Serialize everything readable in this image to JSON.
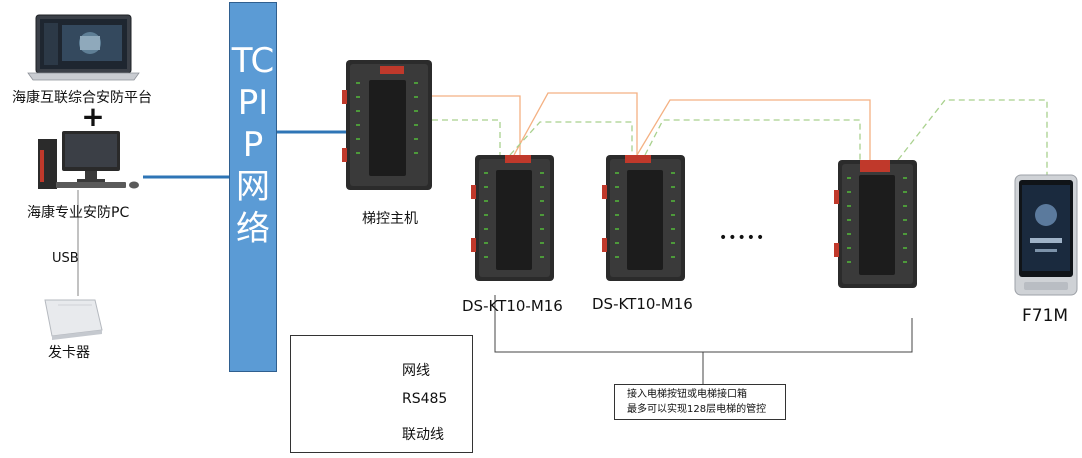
{
  "nodes": {
    "platform": {
      "label": "海康互联综合安防平台"
    },
    "plus": "+",
    "pc": {
      "label": "海康专业安防PC"
    },
    "usb": "USB",
    "card_reader": {
      "label": "发卡器"
    },
    "network_bar": "TCPIP网络",
    "main_controller": {
      "label": "梯控主机"
    },
    "module_1": {
      "label": "DS-KT10-M16"
    },
    "module_2": {
      "label": "DS-KT10-M16"
    },
    "ellipsis": "•••••",
    "terminal": {
      "label": "F71M"
    }
  },
  "legend": {
    "items": [
      {
        "label": "网线",
        "color": "#2e75b6",
        "style": "solid"
      },
      {
        "label": "RS485",
        "color": "#a9d18e",
        "style": "dashed"
      },
      {
        "label": "联动线",
        "color": "#f4b183",
        "style": "solid"
      }
    ]
  },
  "note": {
    "line1": "接入电梯按钮或电梯接口箱",
    "line2": "最多可以实现128层电梯的管控"
  },
  "colors": {
    "network": "#2e75b6",
    "rs485": "#a9d18e",
    "linkage": "#f4b183",
    "bar": "#5b9bd5"
  }
}
